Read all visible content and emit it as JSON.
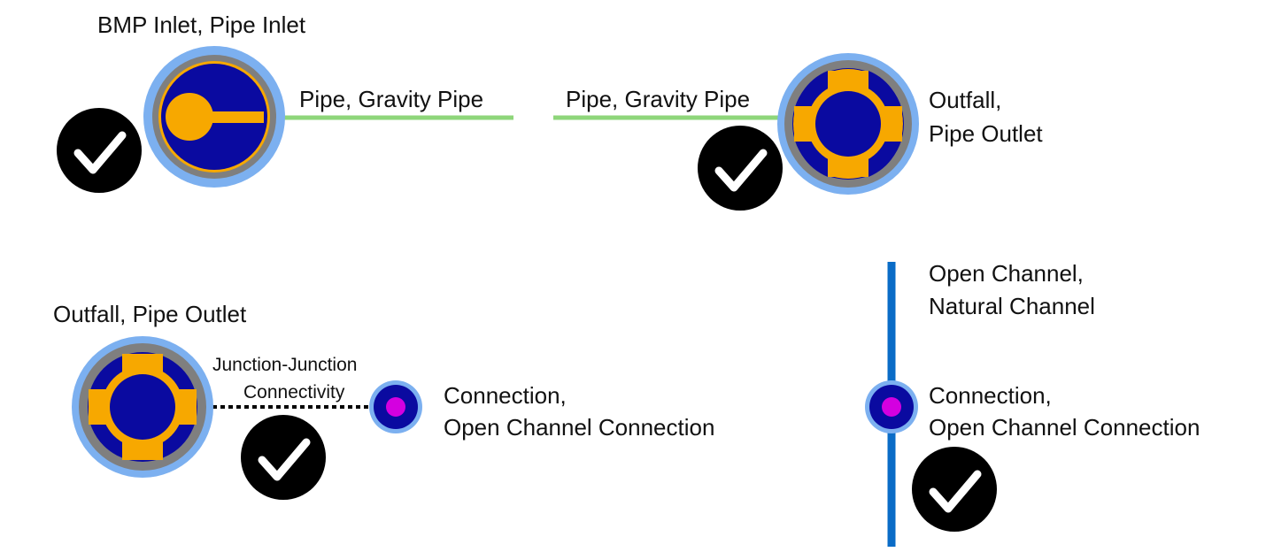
{
  "colors": {
    "ring_outer": "#7cb0f0",
    "ring_gray": "#7f7f7f",
    "navy": "#0a0aa0",
    "orange": "#f7a800",
    "gravity_pipe": "#8ed67a",
    "open_channel": "#0a6cc7",
    "connection_fill": "#d400e0",
    "check_bg": "#000000",
    "check_mark": "#ffffff"
  },
  "scenarios": [
    {
      "start": {
        "type": "inlet",
        "label": "BMP Inlet, Pipe Inlet",
        "icon": "bmp-inlet-icon"
      },
      "edge": {
        "type": "gravity-pipe",
        "label": "Pipe, Gravity Pipe"
      },
      "valid": true
    },
    {
      "edge": {
        "type": "gravity-pipe",
        "label": "Pipe, Gravity Pipe"
      },
      "end": {
        "type": "outfall",
        "label_line1": "Outfall,",
        "label_line2": "Pipe Outlet",
        "icon": "outfall-icon"
      },
      "valid": true
    },
    {
      "start": {
        "type": "outfall",
        "label": "Outfall, Pipe Outlet",
        "icon": "outfall-icon"
      },
      "edge": {
        "type": "junction-junction",
        "label_line1": "Junction-Junction",
        "label_line2": "Connectivity"
      },
      "end": {
        "type": "connection",
        "label_line1": "Connection,",
        "label_line2": "Open Channel Connection",
        "icon": "connection-icon"
      },
      "valid": true
    },
    {
      "edge": {
        "type": "open-channel",
        "label_line1": "Open Channel,",
        "label_line2": "Natural Channel"
      },
      "node": {
        "type": "connection",
        "label_line1": "Connection,",
        "label_line2": "Open Channel Connection",
        "icon": "connection-icon"
      },
      "valid": true
    }
  ]
}
